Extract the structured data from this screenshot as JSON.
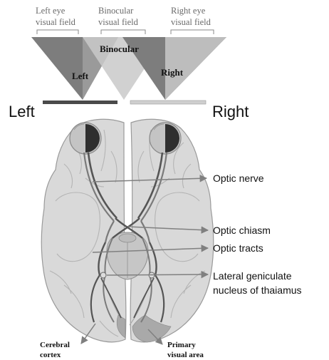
{
  "top_labels": {
    "left_field": [
      "Left eye",
      "visual field"
    ],
    "binocular_field": [
      "Binocular",
      "visual field"
    ],
    "right_field": [
      "Right eye",
      "visual field"
    ]
  },
  "triangle_labels": {
    "binocular": "Binocular",
    "left": "Left",
    "right": "Right"
  },
  "side_labels": {
    "left": "Left",
    "right": "Right"
  },
  "callouts": {
    "optic_nerve": [
      "Optic nerve"
    ],
    "optic_chiasm": [
      "Optic chiasm"
    ],
    "optic_tracts": [
      "Optic tracts"
    ],
    "lgn": [
      "Lateral geniculate",
      "nucleus of thaiamus"
    ]
  },
  "bottom_labels": {
    "cerebral_cortex": [
      "Cerebral",
      "cortex"
    ],
    "primary_visual_area": [
      "Primary",
      "visual area"
    ]
  },
  "colors": {
    "left_field_dark": "#7d7d7d",
    "binocular_light": "#c9c9c9",
    "left_bar": "#4a4a4a",
    "right_bar": "#cfcfcf",
    "brain_fill": "#d9d9d9",
    "brain_stroke": "#9a9a9a",
    "eye_fill": "#c4c4c4",
    "nerve_stroke": "#555555",
    "callout_line": "#808080"
  }
}
